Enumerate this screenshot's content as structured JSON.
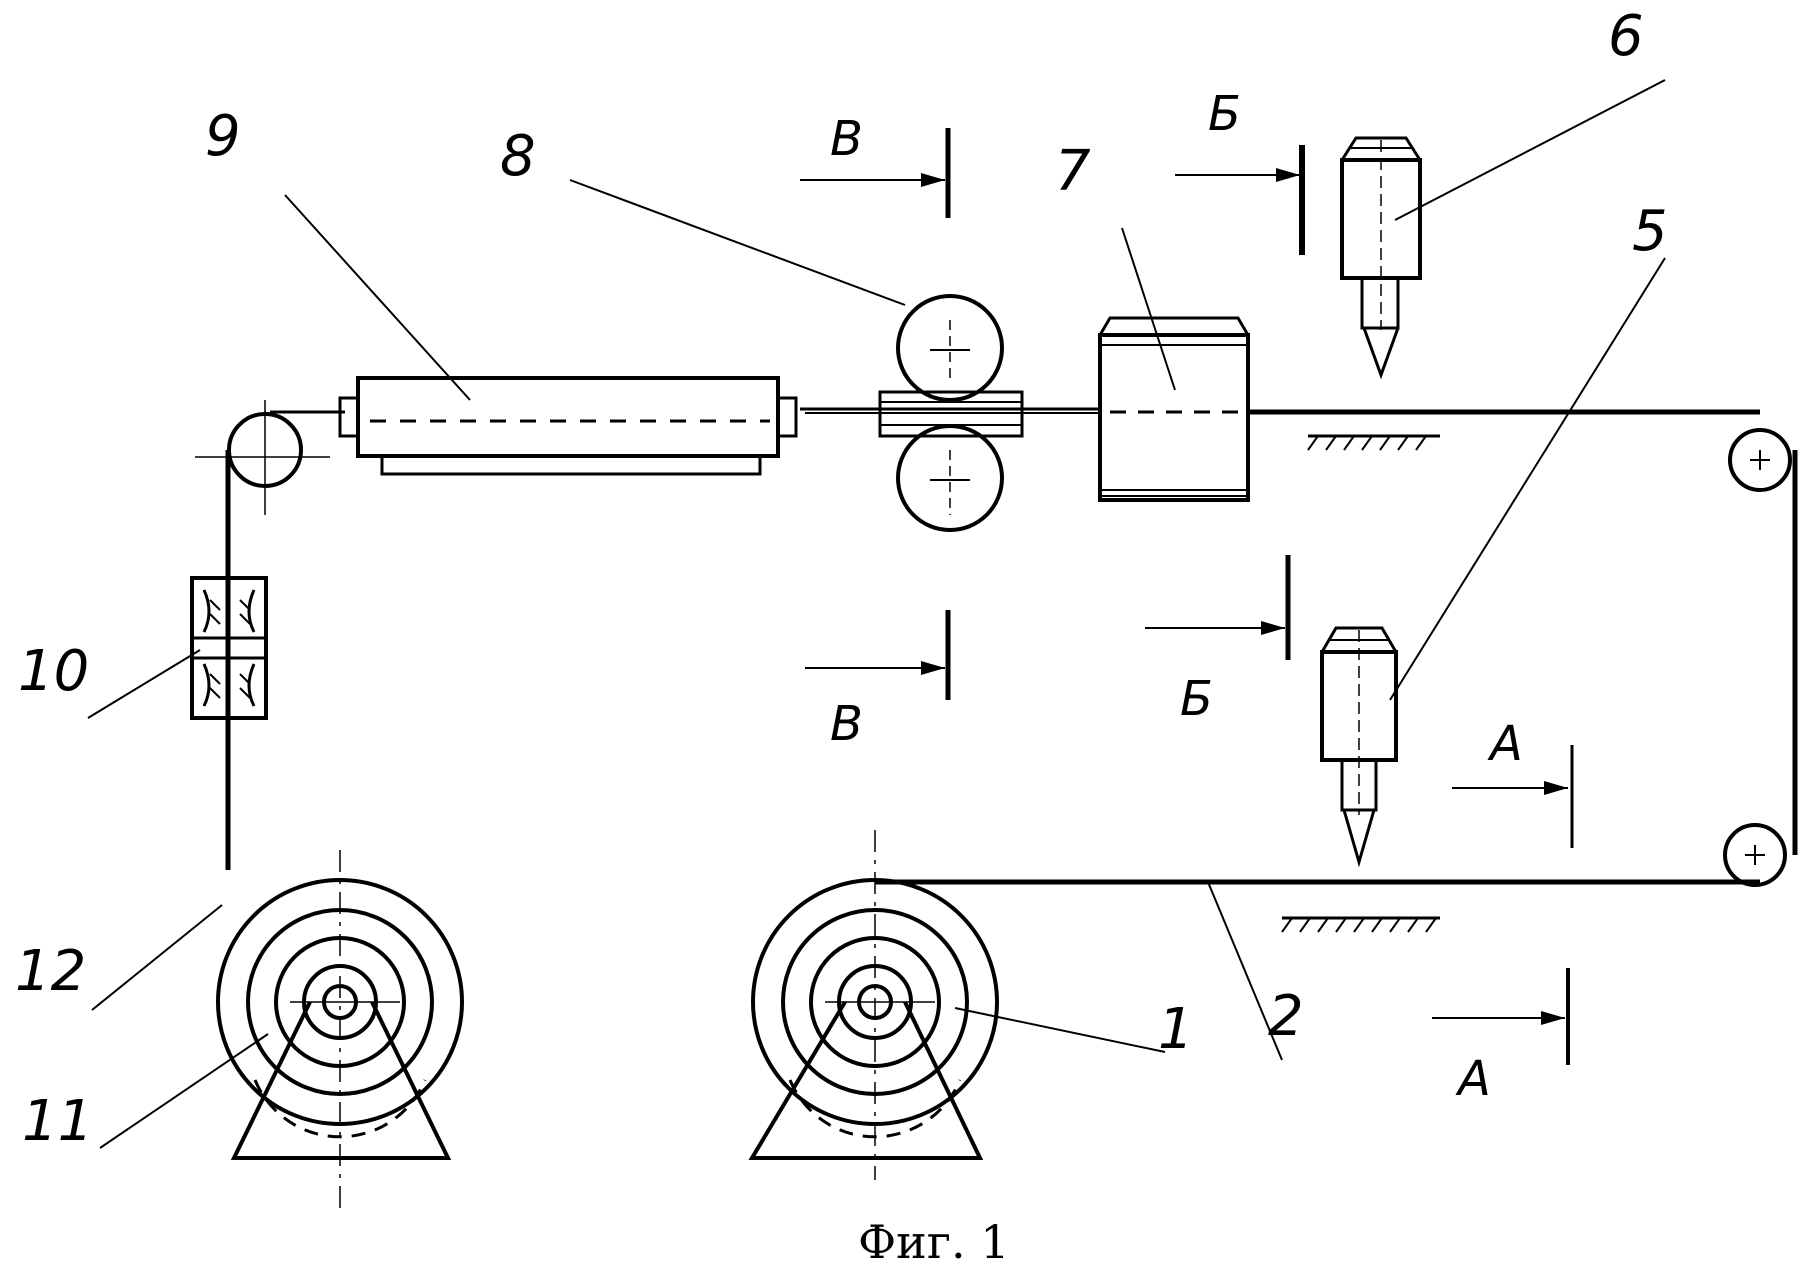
{
  "diagram": {
    "caption": "Фиг. 1",
    "labels": {
      "l1": "1",
      "l2": "2",
      "l5": "5",
      "l6": "6",
      "l7": "7",
      "l8": "8",
      "l9": "9",
      "l10": "10",
      "l11": "11",
      "l12": "12"
    },
    "sections": {
      "a": "А",
      "b": "Б",
      "v": "В"
    }
  }
}
